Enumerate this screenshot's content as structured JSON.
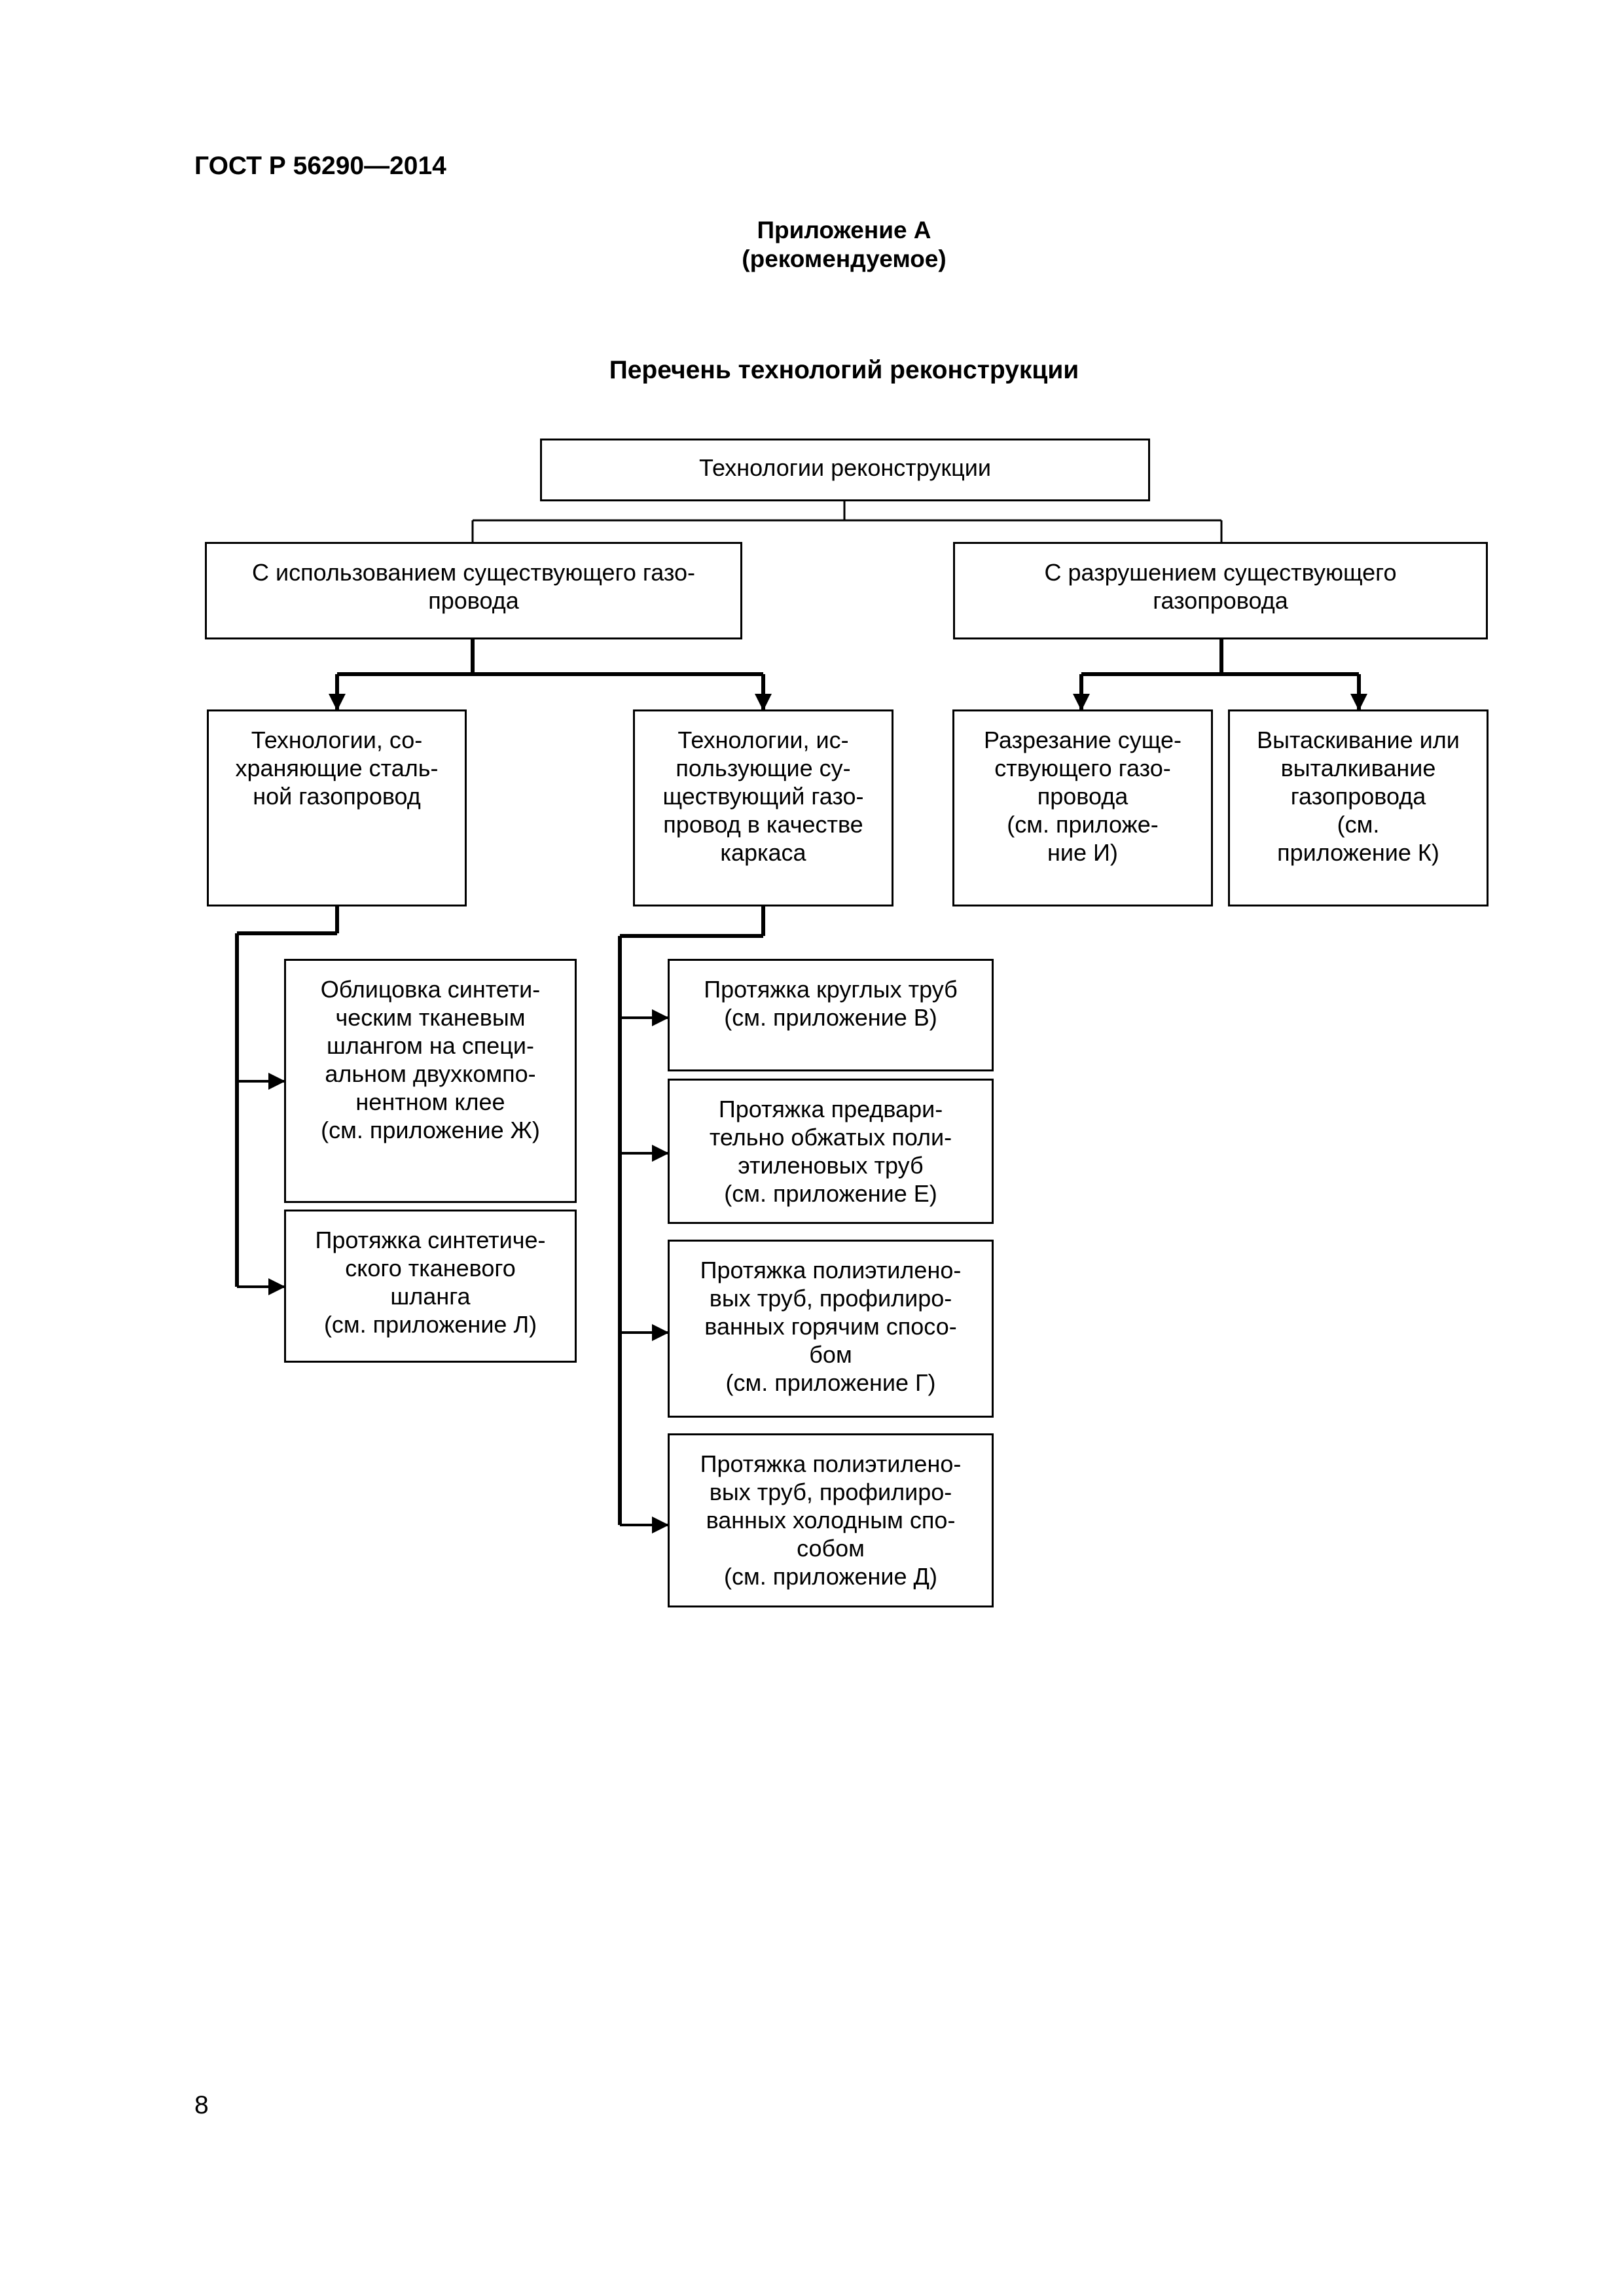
{
  "header": {
    "doc_id": "ГОСТ Р 56290—2014"
  },
  "appendix": {
    "label": "Приложение А",
    "status": "(рекомендуемое)"
  },
  "title": "Перечень технологий реконструкции",
  "chart": {
    "root": "Технологии реконструкции",
    "left_branch": "С использованием существующего газо-\nпровода",
    "right_branch": "С разрушением существующего\nгазопровода",
    "left_a": "Технологии, со-\nхраняющие сталь-\nной газопровод",
    "left_b": "Технологии, ис-\nпользующие су-\nществующий газо-\nпровод в качестве\nкаркаса",
    "right_a": "Разрезание суще-\nствующего газо-\nпровода\n(см. приложе-\nние И)",
    "right_b": "Вытаскивание или\nвыталкивание\nгазопровода\n(см.\nприложение К)",
    "la_1": "Облицовка синтети-\nческим тканевым\nшлангом на специ-\nальном двухкомпо-\nнентном клее\n(см. приложение Ж)",
    "la_2": "Протяжка синтетиче-\nского тканевого\nшланга\n(см. приложение Л)",
    "lb_1": "Протяжка круглых труб\n(см. приложение В)",
    "lb_2": "Протяжка предвари-\nтельно обжатых поли-\nэтиленовых труб\n(см. приложение Е)",
    "lb_3": "Протяжка полиэтилено-\nвых труб, профилиро-\nванных горячим спосо-\nбом\n(см. приложение Г)",
    "lb_4": "Протяжка полиэтилено-\nвых труб, профилиро-\nванных холодным спо-\nсобом\n(см. приложение Д)"
  },
  "footer": {
    "page_number": "8"
  }
}
